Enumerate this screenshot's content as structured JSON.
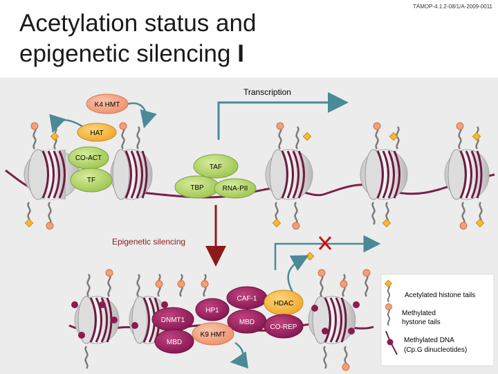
{
  "title": {
    "line1": "Acetylation status and",
    "line2": "epigenetic silencing",
    "numeral": "I"
  },
  "reference": "TÁMOP-4.1.2-08/1/A-2009-0011",
  "labels": {
    "transcription": "Transcription",
    "k4hmt": "K4 HMT",
    "hat": "HAT",
    "coact": "CO-ACT",
    "tf": "TF",
    "taf": "TAF",
    "tbp": "TBP",
    "rnapii": "RNA-PII",
    "epigenetic_silencing": "Epigenetic silencing",
    "caf1": "CAF-1",
    "hp1": "HP1",
    "hdac": "HDAC",
    "dnmt1": "DNMT1",
    "mbd_center": "MBD",
    "mbd_left": "MBD",
    "k9hmt": "K9 HMT",
    "corep": "CO-REP"
  },
  "legend": {
    "acetylated": "Acetylated histone tails",
    "methylated_line1": "Methylated",
    "methylated_line2": "hystone tails",
    "dna_line1": "Methylated DNA",
    "dna_line2": "(Cp.G dinucleotides)"
  },
  "colors": {
    "acetyl": "#f5b83b",
    "methyl_tail": "#f0a07a",
    "methyl_dna": "#8c1a4f",
    "green": "#b6d86f",
    "salmon": "#f3a483",
    "magenta": "#9c1f62",
    "hdac": "#f5b83b",
    "arrow": "#4a8a95",
    "silencing": "#8c1a1a"
  }
}
